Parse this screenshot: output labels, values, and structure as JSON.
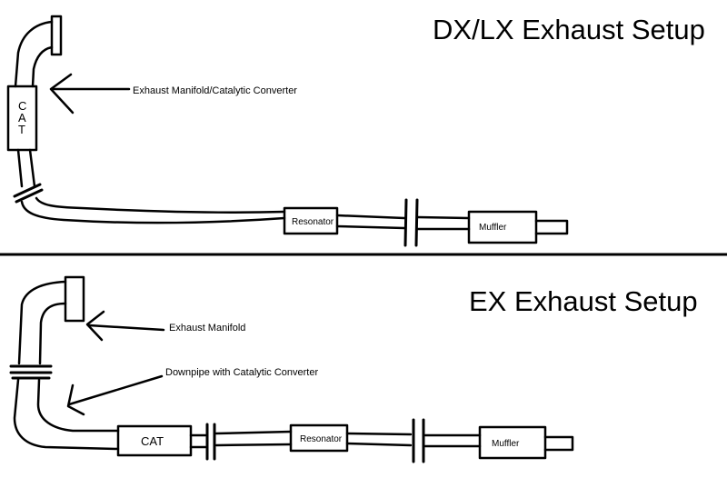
{
  "top": {
    "title": "DX/LX Exhaust Setup",
    "annotation_manifold_cat": "Exhaust Manifold/Catalytic Converter",
    "cat_label": "CAT",
    "resonator_label": "Resonator",
    "muffler_label": "Muffler"
  },
  "bottom": {
    "title": "EX Exhaust Setup",
    "annotation_manifold": "Exhaust Manifold",
    "annotation_downpipe": "Downpipe with Catalytic Converter",
    "cat_label": "CAT",
    "resonator_label": "Resonator",
    "muffler_label": "Muffler"
  }
}
